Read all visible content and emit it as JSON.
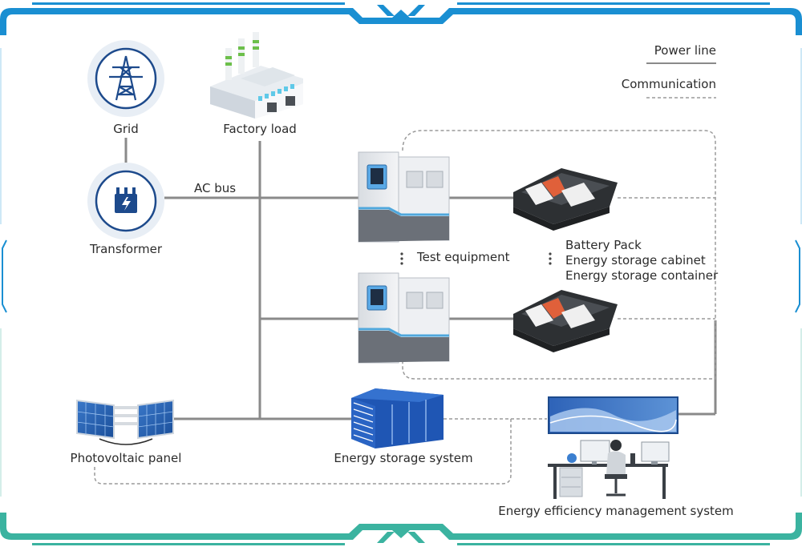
{
  "legend": {
    "power_line": "Power line",
    "communication": "Communication"
  },
  "nodes": {
    "grid": "Grid",
    "factory_load": "Factory load",
    "transformer": "Transformer",
    "ac_bus": "AC bus",
    "test_equipment": "Test equipment",
    "battery_pack": "Battery Pack",
    "energy_storage_cabinet": "Energy storage cabinet",
    "energy_storage_container": "Energy storage container",
    "photovoltaic_panel": "Photovoltaic panel",
    "energy_storage_system": "Energy storage system",
    "eems": "Energy efficiency management system"
  },
  "colors": {
    "frame_blue": "#1a8fd2",
    "frame_teal": "#3bb3a0",
    "power_line": "#8a8a8a",
    "communication": "#9a9a9a",
    "icon_navy": "#1d4a8c",
    "container_blue": "#1f56b4"
  }
}
